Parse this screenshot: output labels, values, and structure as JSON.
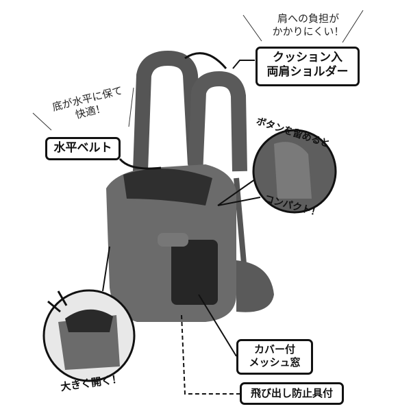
{
  "callouts": {
    "shoulder_note": [
      "肩への負担が",
      "かかりにくい！"
    ],
    "shoulder_label": [
      "クッション入",
      "両肩ショルダー"
    ],
    "belt_note": [
      "底が水平に保て",
      "快適！"
    ],
    "belt_label": "水平ベルト",
    "compact_top": "ボタンを留めると",
    "compact_bottom": "コンパクト！",
    "open_label": "大きく開く！",
    "mesh_label": [
      "カバー付",
      "メッシュ窓"
    ],
    "escape_label": "飛び出し防止具付"
  },
  "colors": {
    "bag": "#6b6b6b",
    "bag_dark": "#4a4a4a",
    "outline": "#111111"
  }
}
